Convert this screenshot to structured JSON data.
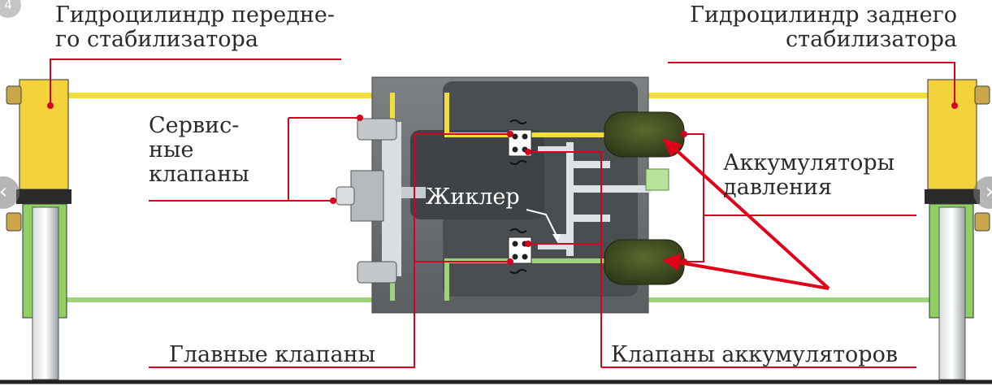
{
  "labels": {
    "front_cylinder": [
      "Гидроцилиндр передне-",
      "го стабилизатора"
    ],
    "rear_cylinder": [
      "Гидроцилиндр заднего",
      "стабилизатора"
    ],
    "service_valves": [
      "Сервис-",
      "ные",
      "клапаны"
    ],
    "jet": "Жиклер",
    "accumulators": [
      "Аккумуляторы",
      "давления"
    ],
    "main_valves": "Главные клапаны",
    "accumulator_valves": "Клапаны аккумуляторов"
  },
  "overlay": {
    "page_number": "4",
    "prev_icon": "‹",
    "next_icon": "›"
  },
  "colors": {
    "yellow_line": "#f2dd3a",
    "green_line": "#9fd37a",
    "body_gray": "#6b6f70",
    "accumulator": "#3f4a22",
    "cylinder_yellow": "#f3d23b",
    "cylinder_green": "#8fcf63",
    "leader_red": "#d8001f",
    "arrow_red": "#e00018"
  }
}
